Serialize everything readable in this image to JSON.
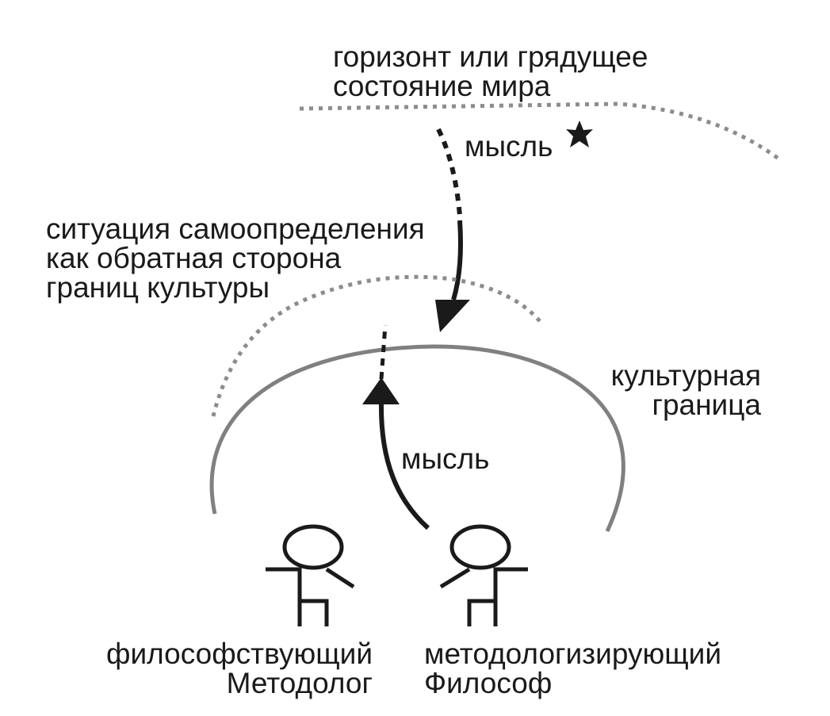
{
  "labels": {
    "horizon": {
      "line1": "горизонт или грядущее",
      "line2": "состояние мира"
    },
    "thought_top": "мысль",
    "self_determination": {
      "line1": "ситуация самоопределения",
      "line2": "как обратная сторона",
      "line3": "границ культуры"
    },
    "cultural_boundary": {
      "line1": "культурная",
      "line2": "граница"
    },
    "thought_bottom": "мысль",
    "methodologist": {
      "line1": "философствующий",
      "line2": "Методолог"
    },
    "philosopher": {
      "line1": "методологизирующий",
      "line2": "Философ"
    }
  },
  "colors": {
    "ink": "#1a1a1a",
    "boundary_gray": "#808080",
    "dotted_gray": "#8c8c8c"
  },
  "icons": {
    "star": "star-icon",
    "person": "person-icon"
  }
}
